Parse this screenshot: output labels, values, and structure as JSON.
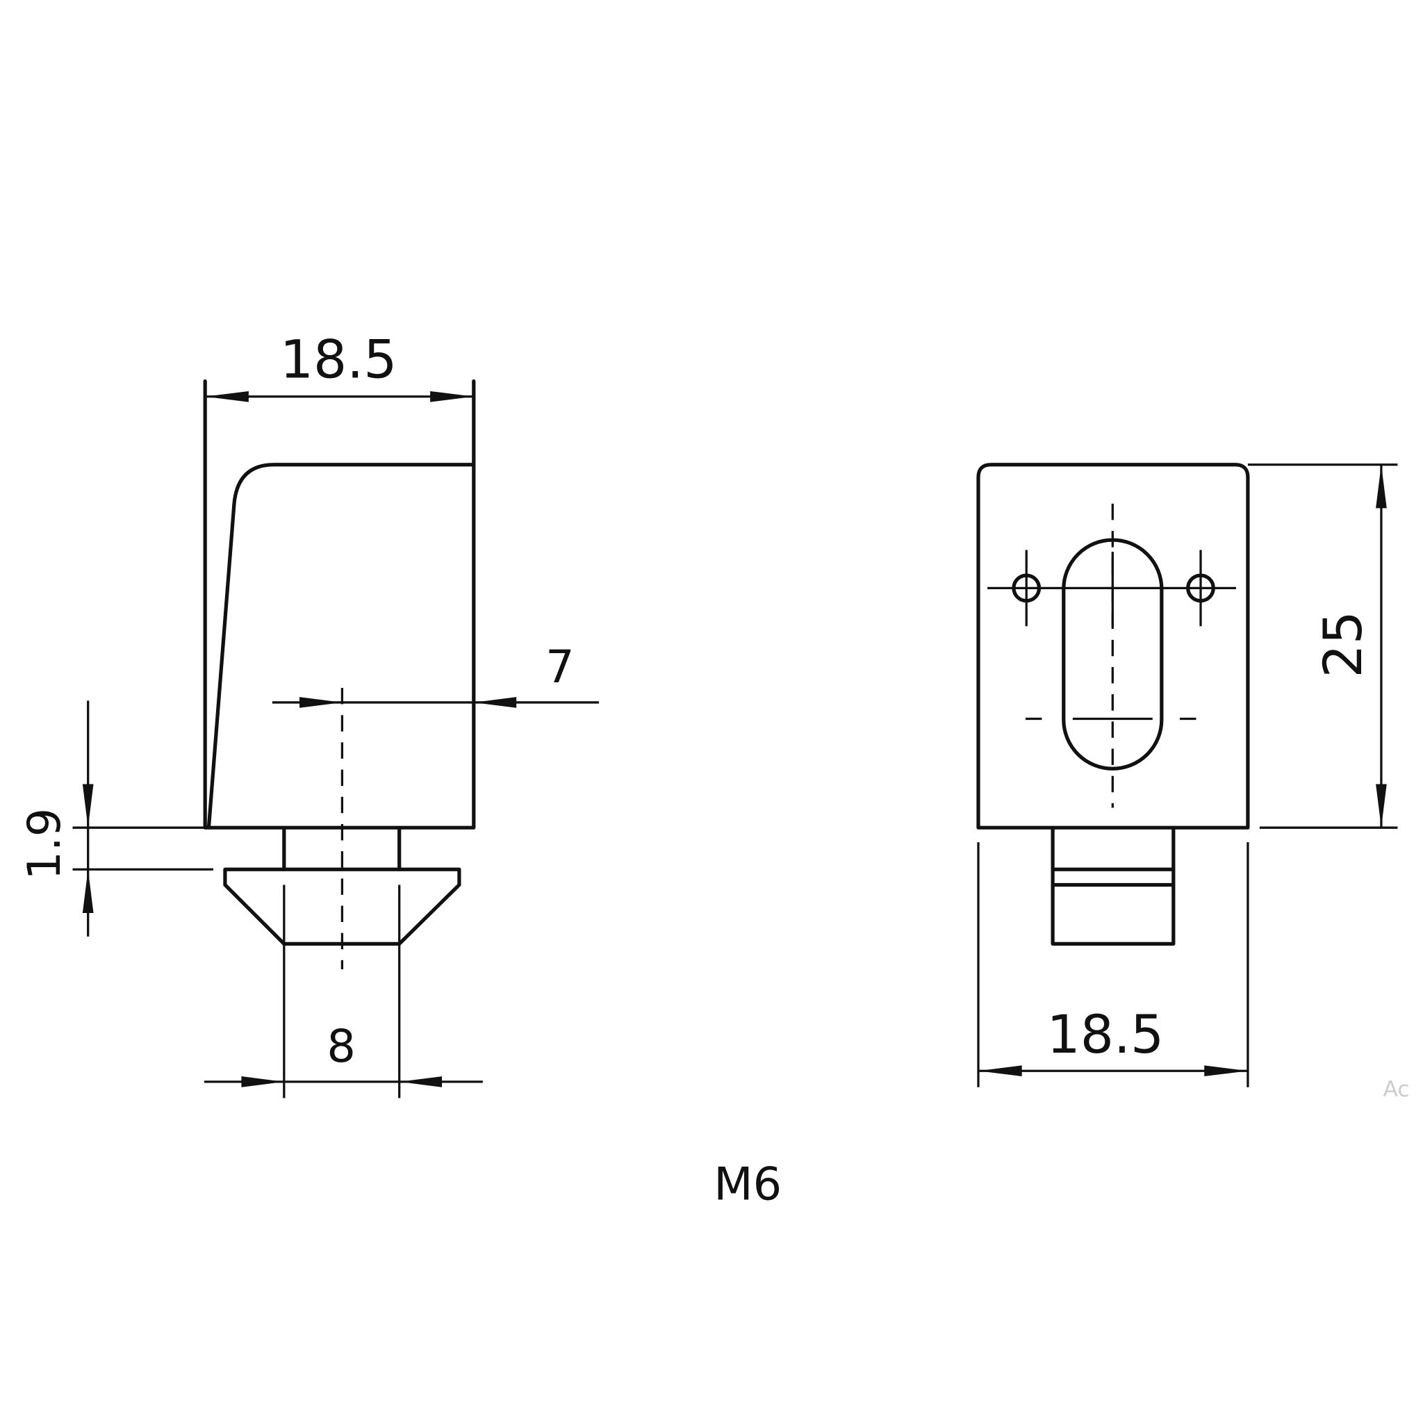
{
  "title": "M6",
  "side_view": {
    "width_label": "18.5",
    "offset_label": "7",
    "thickness_label": "1.9",
    "neck_label": "8"
  },
  "front_view": {
    "height_label": "25",
    "width_label": "18.5"
  },
  "watermark": "Ac"
}
